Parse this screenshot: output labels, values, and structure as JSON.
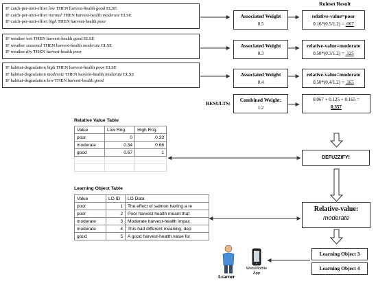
{
  "rules": [
    {
      "lines": [
        [
          {
            "t": "IF catch-per-unit-effort "
          },
          {
            "t": "low",
            "i": true
          },
          {
            "t": " THEN harvest-health "
          },
          {
            "t": "good",
            "i": true
          },
          {
            "t": "  ELSE"
          }
        ],
        [
          {
            "t": "IF catch-per-unit-effort "
          },
          {
            "t": "normal",
            "i": true
          },
          {
            "t": " THEN harvest-health "
          },
          {
            "t": "moderate",
            "i": true
          },
          {
            "t": "  ELSE"
          }
        ],
        [
          {
            "t": "IF catch-per-unit-effort "
          },
          {
            "t": "high",
            "i": true
          },
          {
            "t": " THEN harvest-health "
          },
          {
            "t": "poor",
            "i": true
          }
        ]
      ]
    },
    {
      "lines": [
        [
          {
            "t": "IF weather "
          },
          {
            "t": "wet",
            "i": true
          },
          {
            "t": " THEN harvest-health "
          },
          {
            "t": "good",
            "i": true
          },
          {
            "t": "  ELSE"
          }
        ],
        [
          {
            "t": "IF weather "
          },
          {
            "t": "seasonal",
            "i": true
          },
          {
            "t": " THEN harvest-health "
          },
          {
            "t": "moderate",
            "i": true
          },
          {
            "t": "  ELSE"
          }
        ],
        [
          {
            "t": "IF weather "
          },
          {
            "t": "dry",
            "i": true
          },
          {
            "t": " THEN harvest-health "
          },
          {
            "t": "poor",
            "i": true
          }
        ]
      ]
    },
    {
      "lines": [
        [
          {
            "t": "IF habitat-degradation "
          },
          {
            "t": "high",
            "i": true
          },
          {
            "t": " THEN harvest-health "
          },
          {
            "t": "poor",
            "i": true
          },
          {
            "t": "  ELSE"
          }
        ],
        [
          {
            "t": "IF habitat-degradation "
          },
          {
            "t": "moderate",
            "i": true
          },
          {
            "t": " THEN harvest-health "
          },
          {
            "t": "moderate",
            "i": true
          },
          {
            "t": "  ELSE"
          }
        ],
        [
          {
            "t": "IF habitat-degradation "
          },
          {
            "t": "low",
            "i": true
          },
          {
            "t": " THEN harvest-health "
          },
          {
            "t": "good",
            "i": true
          }
        ]
      ]
    }
  ],
  "ruleset_result_title": "Ruleset Result",
  "weights": [
    {
      "title": "Associated Weight",
      "value": "0.5"
    },
    {
      "title": "Associated Weight",
      "value": "0.3"
    },
    {
      "title": "Associated Weight",
      "value": "0.4"
    }
  ],
  "rel_values": [
    {
      "title": "relative-value=poor",
      "formula": "0.16*(0.5/1.2) = ",
      "result": ".067"
    },
    {
      "title": "relative-value=moderate",
      "formula": "0.50*(0.3/1.2) = ",
      "result": ".125"
    },
    {
      "title": "relative-value=moderate",
      "formula": "0.50*(0.4/1.2) = ",
      "result": ".165"
    }
  ],
  "results_label": "RESULTS:",
  "combined": {
    "title": "Combined Weight:",
    "value": "1.2"
  },
  "sum": {
    "line1": "0.067 + 0.125 + 0.165 =",
    "line2": "0.357"
  },
  "defuzzify": "DEFUZZIFY!",
  "relative_value_table": {
    "title": "Relative Value Table",
    "headers": [
      "Value",
      "Low Rng.",
      "High Rng."
    ],
    "rows": [
      [
        "poor",
        "0",
        "0.33"
      ],
      [
        "moderate",
        "0.34",
        "0.66"
      ],
      [
        "good",
        "0.67",
        "1"
      ],
      [
        "",
        "",
        ""
      ],
      [
        "",
        "",
        ""
      ]
    ]
  },
  "learning_object_table": {
    "title": "Learning Object Table",
    "headers": [
      "Value",
      "LO ID",
      "LO Data"
    ],
    "rows": [
      [
        "poor",
        "1",
        "The effect of salmon having a re"
      ],
      [
        "poor",
        "2",
        "Poor harvest health meant that"
      ],
      [
        "moderate",
        "3",
        "Moderate harvest-health impac"
      ],
      [
        "moderate",
        "4",
        "This had different meaning, dep"
      ],
      [
        "good",
        "5",
        "A good harvest-health value for"
      ]
    ]
  },
  "relative_result": {
    "title": "Relative-value:",
    "value": "moderate"
  },
  "learning_objects": [
    "Learning Object 3",
    "Learning Object 4"
  ],
  "device_label_1": "Web/Mobile",
  "device_label_2": "App",
  "learner_label": "Learner",
  "icons": [
    "learner-person-icon",
    "mobile-device-icon"
  ]
}
